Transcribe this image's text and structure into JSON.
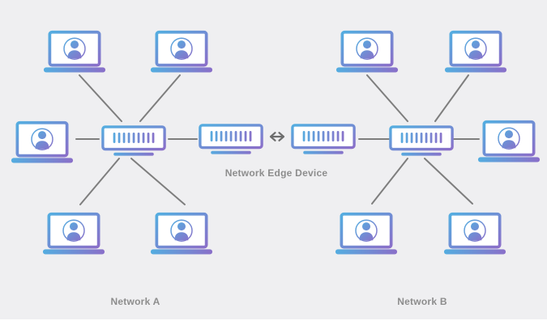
{
  "diagram": {
    "center_label": "Network Edge Device",
    "networks": [
      {
        "label": "Network A",
        "workstation_count": 5
      },
      {
        "label": "Network B",
        "workstation_count": 5
      }
    ],
    "icons": {
      "workstation": "laptop-with-user-avatar",
      "hub": "network-switch",
      "edge_device": "network-switch",
      "link": "bidirectional-arrow"
    },
    "colors": {
      "background": "#efeff1",
      "gradient-start": "#54ade0",
      "gradient-end": "#8a6fc9",
      "line": "#7e7e7e",
      "label": "#8d8d8d",
      "arrow": "#6d6d6d",
      "device-fill": "#ffffff",
      "footer": "#ffffff"
    }
  }
}
